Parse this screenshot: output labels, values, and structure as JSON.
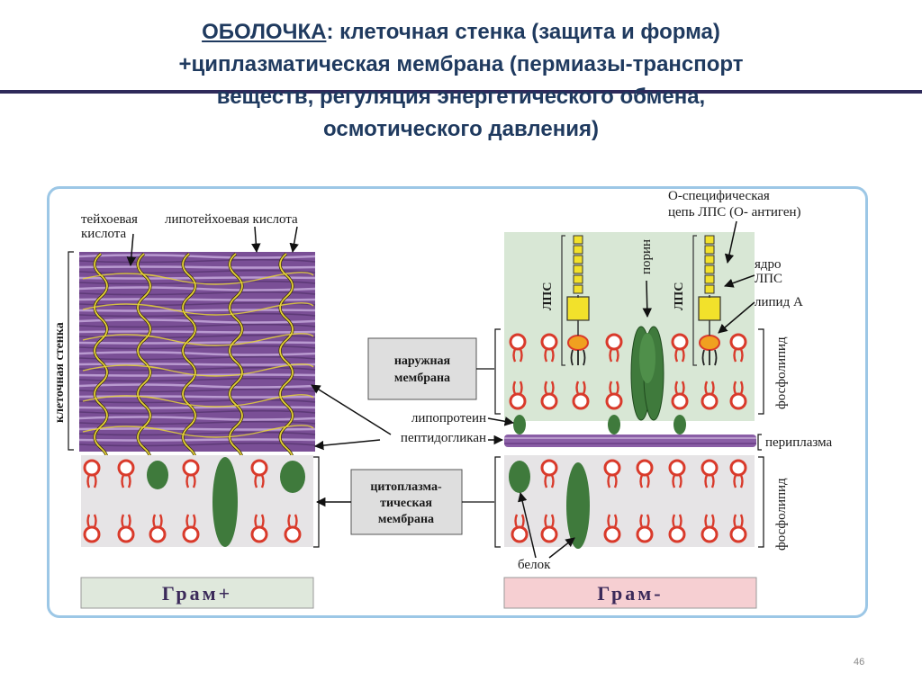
{
  "slide": {
    "title_underlined": "ОБОЛОЧКА",
    "title_rest_line1": ": клеточная стенка (защита и форма)",
    "title_line2": "+циплазматическая мембрана (пермиазы-транспорт",
    "title_line3": "веществ, регуляция энергетического обмена,",
    "title_line4": "осмотического давления)",
    "page_number": "46"
  },
  "diagram": {
    "labels": {
      "teichoic_1": "тейхоевая",
      "teichoic_2": "кислота",
      "lipoteichoic": "липотейхоевая кислота",
      "cell_wall": "клеточная стенка",
      "o_specific_1": "О-специфическая",
      "o_specific_2": "цепь ЛПС (О- антиген)",
      "porin": "порин",
      "lps": "ЛПС",
      "core_1": "ядро",
      "core_2": "ЛПС",
      "lipid_a": "липид А",
      "outer_membrane_1": "наружная",
      "outer_membrane_2": "мембрана",
      "lipoprotein": "липопротеин",
      "peptidoglycan": "пептидогликан",
      "periplasm": "периплазма",
      "phospholipid": "фосфолипид",
      "cytoplasmic_1": "цитоплазма-",
      "cytoplasmic_2": "тическая",
      "cytoplasmic_3": "мембрана",
      "protein": "белок",
      "gram_pos": "Грам+",
      "gram_neg": "Грам-"
    },
    "colors": {
      "frame": "#9cc7e6",
      "peptidoglycan": "#8a5ea6",
      "teichoic": "#e6d23a",
      "phospholipid": "#d93a2b",
      "protein": "#3f7a3c",
      "membrane_bg": "#e6e4e6",
      "outer_bg": "#d8e7d5",
      "lps_chain": "#f2e12b",
      "lipid_a": "#f0a020",
      "gram_pos_bg": "#dfe8dc",
      "gram_neg_bg": "#f6cfd2"
    }
  }
}
